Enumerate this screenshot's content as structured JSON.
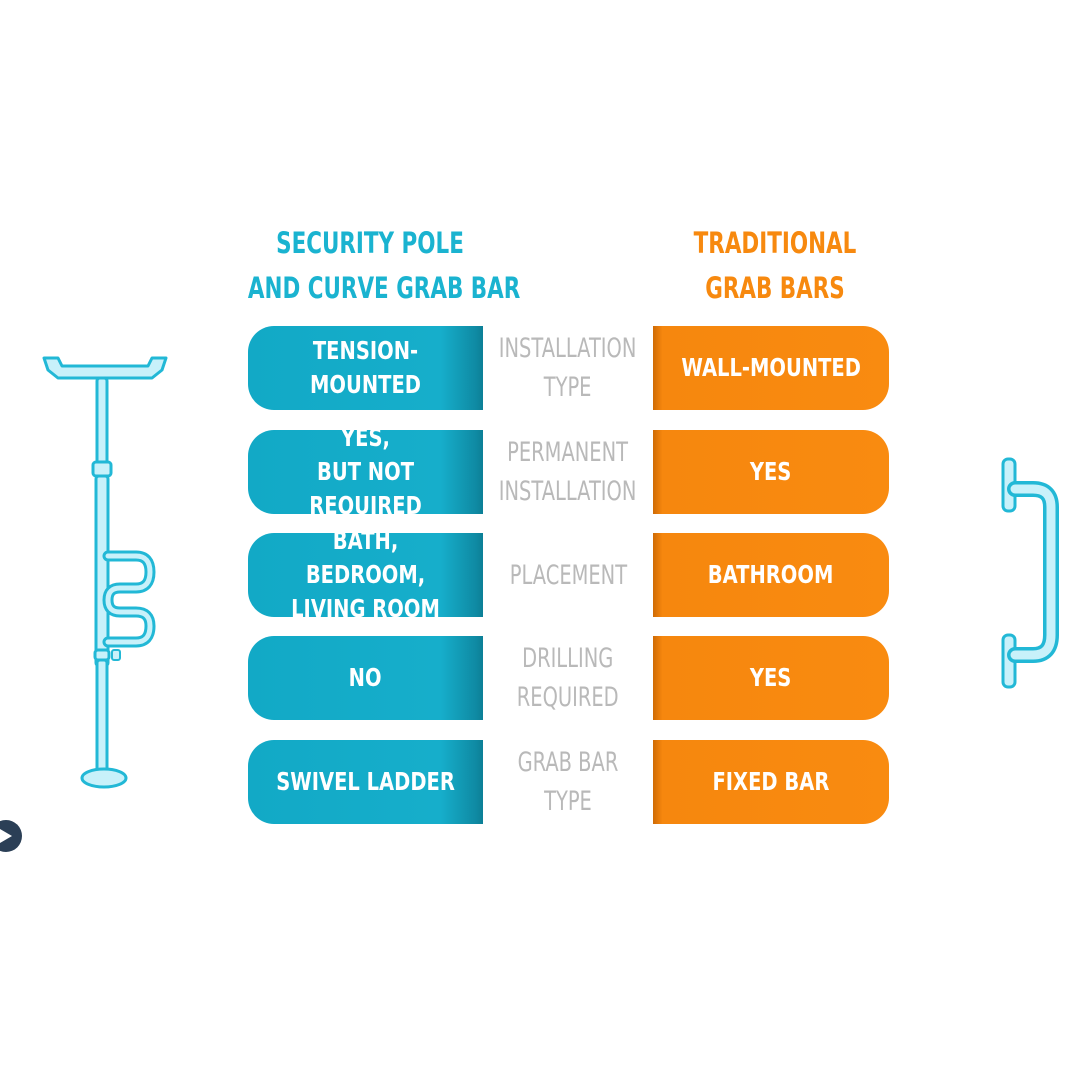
{
  "headers": {
    "left": [
      "SECURITY POLE",
      "AND CURVE GRAB BAR"
    ],
    "right": [
      "TRADITIONAL",
      "GRAB BARS"
    ]
  },
  "rows": [
    {
      "left": "TENSION-MOUNTED",
      "label": "INSTALLATION\nTYPE",
      "right": "WALL-MOUNTED"
    },
    {
      "left": "YES,\nBUT NOT REQUIRED",
      "label": "PERMANENT\nINSTALLATION",
      "right": "YES"
    },
    {
      "left": "BATH, BEDROOM,\nLIVING ROOM",
      "label": "PLACEMENT",
      "right": "BATHROOM"
    },
    {
      "left": "NO",
      "label": "DRILLING\nREQUIRED",
      "right": "YES"
    },
    {
      "left": "SWIVEL LADDER",
      "label": "GRAB BAR\nTYPE",
      "right": "FIXED BAR"
    }
  ],
  "colors": {
    "accent_left": "#16aecb",
    "accent_right": "#f98b10",
    "label_gray": "#b9b9b9"
  },
  "icons": {
    "left_illustration": "security-pole-icon",
    "right_illustration": "grab-bar-icon",
    "nav": "play-icon"
  }
}
